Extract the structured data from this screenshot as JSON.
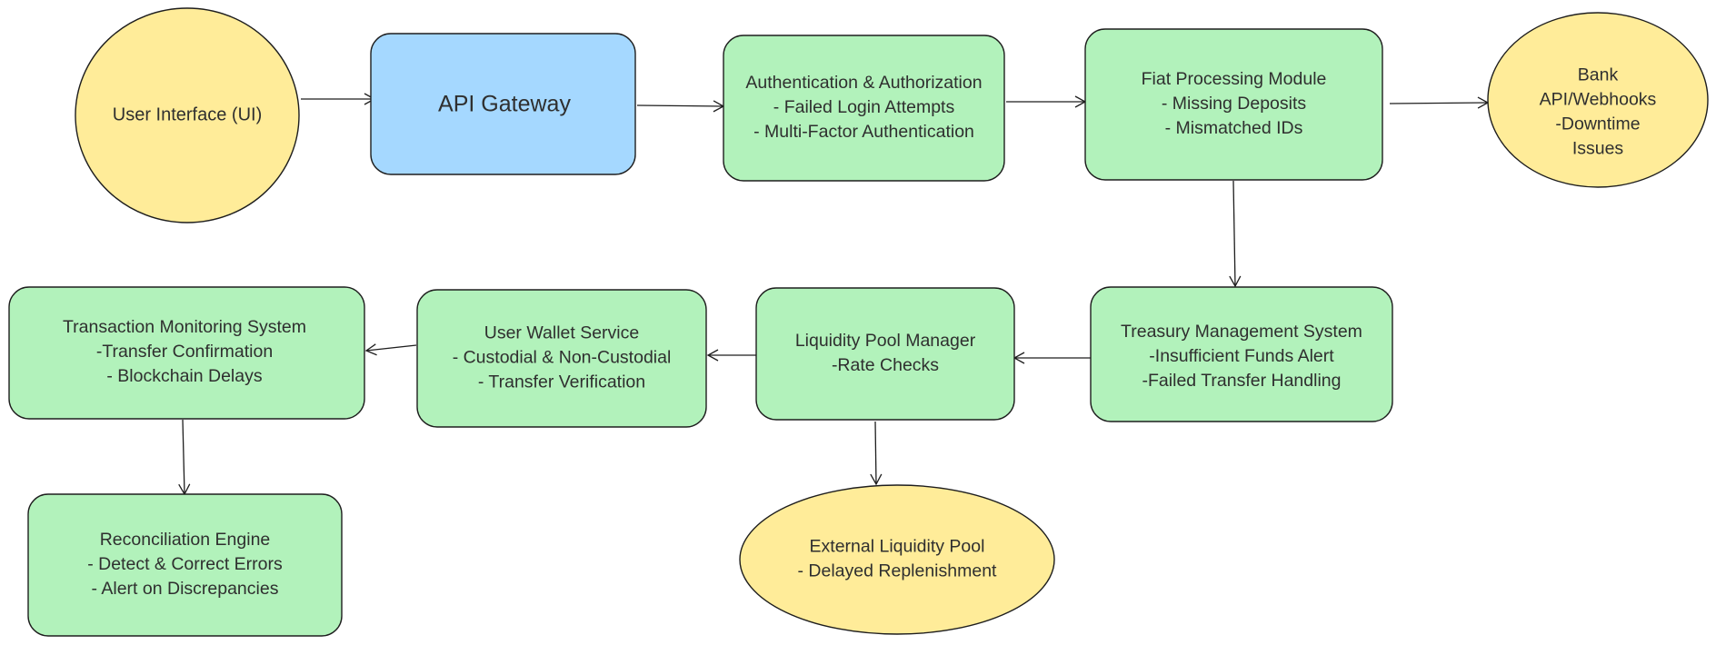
{
  "colors": {
    "yellow": "#ffec99",
    "blue": "#a5d8ff",
    "green": "#b2f2bb",
    "stroke": "#1e1e1e",
    "text": "#2f2f2f"
  },
  "nodes": {
    "ui": {
      "lines": [
        "User Interface (UI)"
      ]
    },
    "gateway": {
      "lines": [
        "API Gateway"
      ]
    },
    "auth": {
      "lines": [
        "Authentication & Authorization",
        "- Failed Login Attempts",
        "- Multi-Factor Authentication"
      ]
    },
    "fiat": {
      "lines": [
        "Fiat Processing Module",
        "- Missing Deposits",
        "- Mismatched IDs"
      ]
    },
    "bank": {
      "lines": [
        "Bank",
        "API/Webhooks",
        "-Downtime",
        "Issues"
      ]
    },
    "treasury": {
      "lines": [
        "Treasury Management System",
        "-Insufficient Funds Alert",
        "-Failed Transfer Handling"
      ]
    },
    "liquidity": {
      "lines": [
        "Liquidity Pool Manager",
        "-Rate Checks"
      ]
    },
    "wallet": {
      "lines": [
        "User Wallet Service",
        "- Custodial & Non-Custodial",
        "- Transfer Verification"
      ]
    },
    "monitoring": {
      "lines": [
        "Transaction Monitoring System",
        "-Transfer Confirmation",
        "- Blockchain Delays"
      ]
    },
    "reconciliation": {
      "lines": [
        "Reconciliation Engine",
        "- Detect & Correct Errors",
        "- Alert on Discrepancies"
      ]
    },
    "external": {
      "lines": [
        "External Liquidity Pool",
        "- Delayed Replenishment"
      ]
    }
  },
  "edges": [
    {
      "from": "ui",
      "to": "gateway"
    },
    {
      "from": "gateway",
      "to": "auth"
    },
    {
      "from": "auth",
      "to": "fiat"
    },
    {
      "from": "fiat",
      "to": "bank"
    },
    {
      "from": "fiat",
      "to": "treasury"
    },
    {
      "from": "treasury",
      "to": "liquidity"
    },
    {
      "from": "liquidity",
      "to": "wallet"
    },
    {
      "from": "liquidity",
      "to": "external"
    },
    {
      "from": "wallet",
      "to": "monitoring"
    },
    {
      "from": "monitoring",
      "to": "reconciliation"
    }
  ]
}
